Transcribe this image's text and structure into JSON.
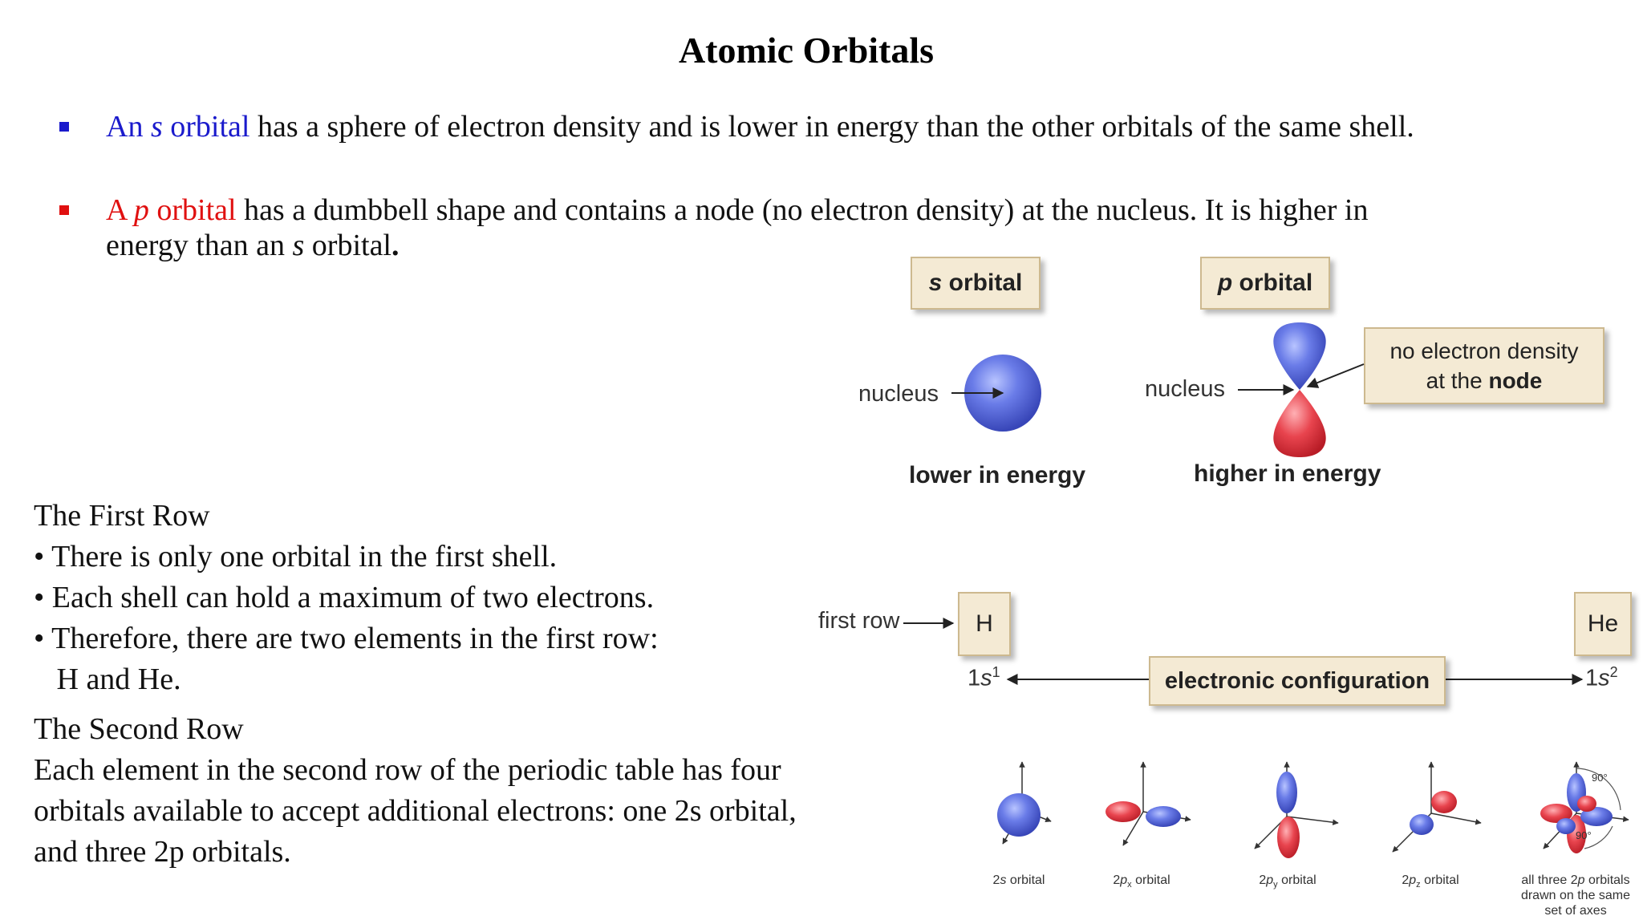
{
  "title": "Atomic Orbitals",
  "bullets": [
    {
      "colored_prefix": "An ",
      "colored_italic": "s",
      "colored_suffix": " orbital",
      "color": "#1a1acc",
      "rest": " has a sphere of electron density and is lower in energy than the other orbitals of the same shell."
    },
    {
      "colored_prefix": "A ",
      "colored_italic": "p",
      "colored_suffix": " orbital",
      "color": "#e01010",
      "rest": " has a dumbbell shape and contains a node (no electron density) at the nucleus. It is higher in",
      "line2_a": "energy than an ",
      "line2_italic": "s",
      "line2_b": " orbital",
      "line2_end": "."
    }
  ],
  "first_row": {
    "heading": "The First Row",
    "items": [
      "• There is only one orbital in the first shell.",
      "• Each shell can hold a maximum of two electrons.",
      "• Therefore, there are two elements in the first row:",
      "   H and He."
    ]
  },
  "second_row": {
    "heading": "The Second Row",
    "lines": [
      "Each element in the second row of the periodic table has four",
      "orbitals available to accept additional electrons: one 2s orbital,",
      "and three 2p orbitals."
    ]
  },
  "figure_top": {
    "s_box_italic": "s",
    "s_box_text": " orbital",
    "p_box_italic": "p",
    "p_box_text": " orbital",
    "nucleus_s": "nucleus",
    "nucleus_p": "nucleus",
    "node_line1": "no electron density",
    "node_line2_a": "at the ",
    "node_line2_b": "node",
    "lower": "lower in energy",
    "higher": "higher in energy"
  },
  "figure_mid": {
    "first_row_label": "first row",
    "h": "H",
    "he": "He",
    "config": "electronic configuration",
    "h_conf_base": "1",
    "h_conf_italic": "s",
    "h_conf_sup": "1",
    "he_conf_base": "1",
    "he_conf_italic": "s",
    "he_conf_sup": "2"
  },
  "figure_bottom": {
    "labels": [
      {
        "a": "2",
        "i": "s",
        "sub": "",
        "b": " orbital"
      },
      {
        "a": "2",
        "i": "p",
        "sub": "x",
        "b": " orbital"
      },
      {
        "a": "2",
        "i": "p",
        "sub": "y",
        "b": " orbital"
      },
      {
        "a": "2",
        "i": "p",
        "sub": "z",
        "b": " orbital"
      }
    ],
    "all_three_l1a": "all three 2",
    "all_three_l1i": "p",
    "all_three_l1b": " orbitals",
    "all_three_l2": "drawn on the same",
    "all_three_l3": "set of axes",
    "angle_top": "90°",
    "angle_bottom": "90°"
  },
  "colors": {
    "s_blue": "#1a1acc",
    "p_red": "#e01010",
    "orbital_blue": "#5566e0",
    "orbital_red": "#e43a44",
    "box_fill": "#f4ead4"
  }
}
